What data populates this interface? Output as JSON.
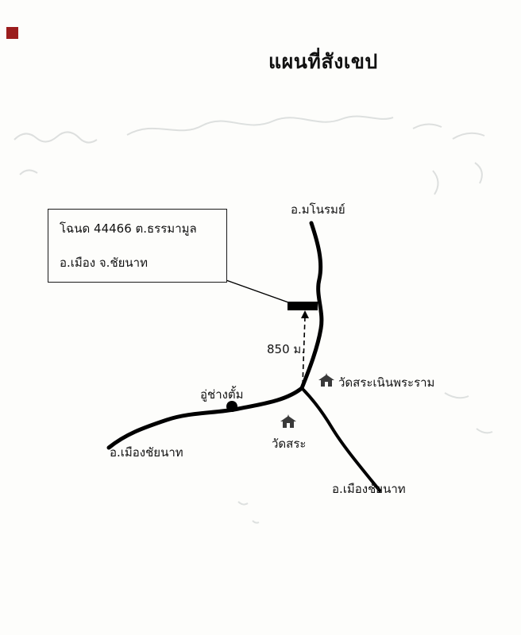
{
  "page": {
    "title": "แผนที่สังเขป"
  },
  "deed_box": {
    "line1": "โฉนด 44466 ต.ธรรมามูล",
    "line2": "อ.เมือง จ.ชัยนาท"
  },
  "labels": {
    "top_road": "อ.มโนรมย์",
    "distance": "850 ม.",
    "temple_right": "วัดสระเนินพระราม",
    "garage": "อู่ช่างตั้ม",
    "temple_bottom": "วัดสระ",
    "road_left": "อ.เมืองชัยนาท",
    "road_right": "อ.เมืองชัยนาท"
  },
  "colors": {
    "road": "#000000",
    "scan_mark": "#9b1d1d",
    "pencil": "#c3c8c8",
    "temple": "#3a3a3a"
  }
}
